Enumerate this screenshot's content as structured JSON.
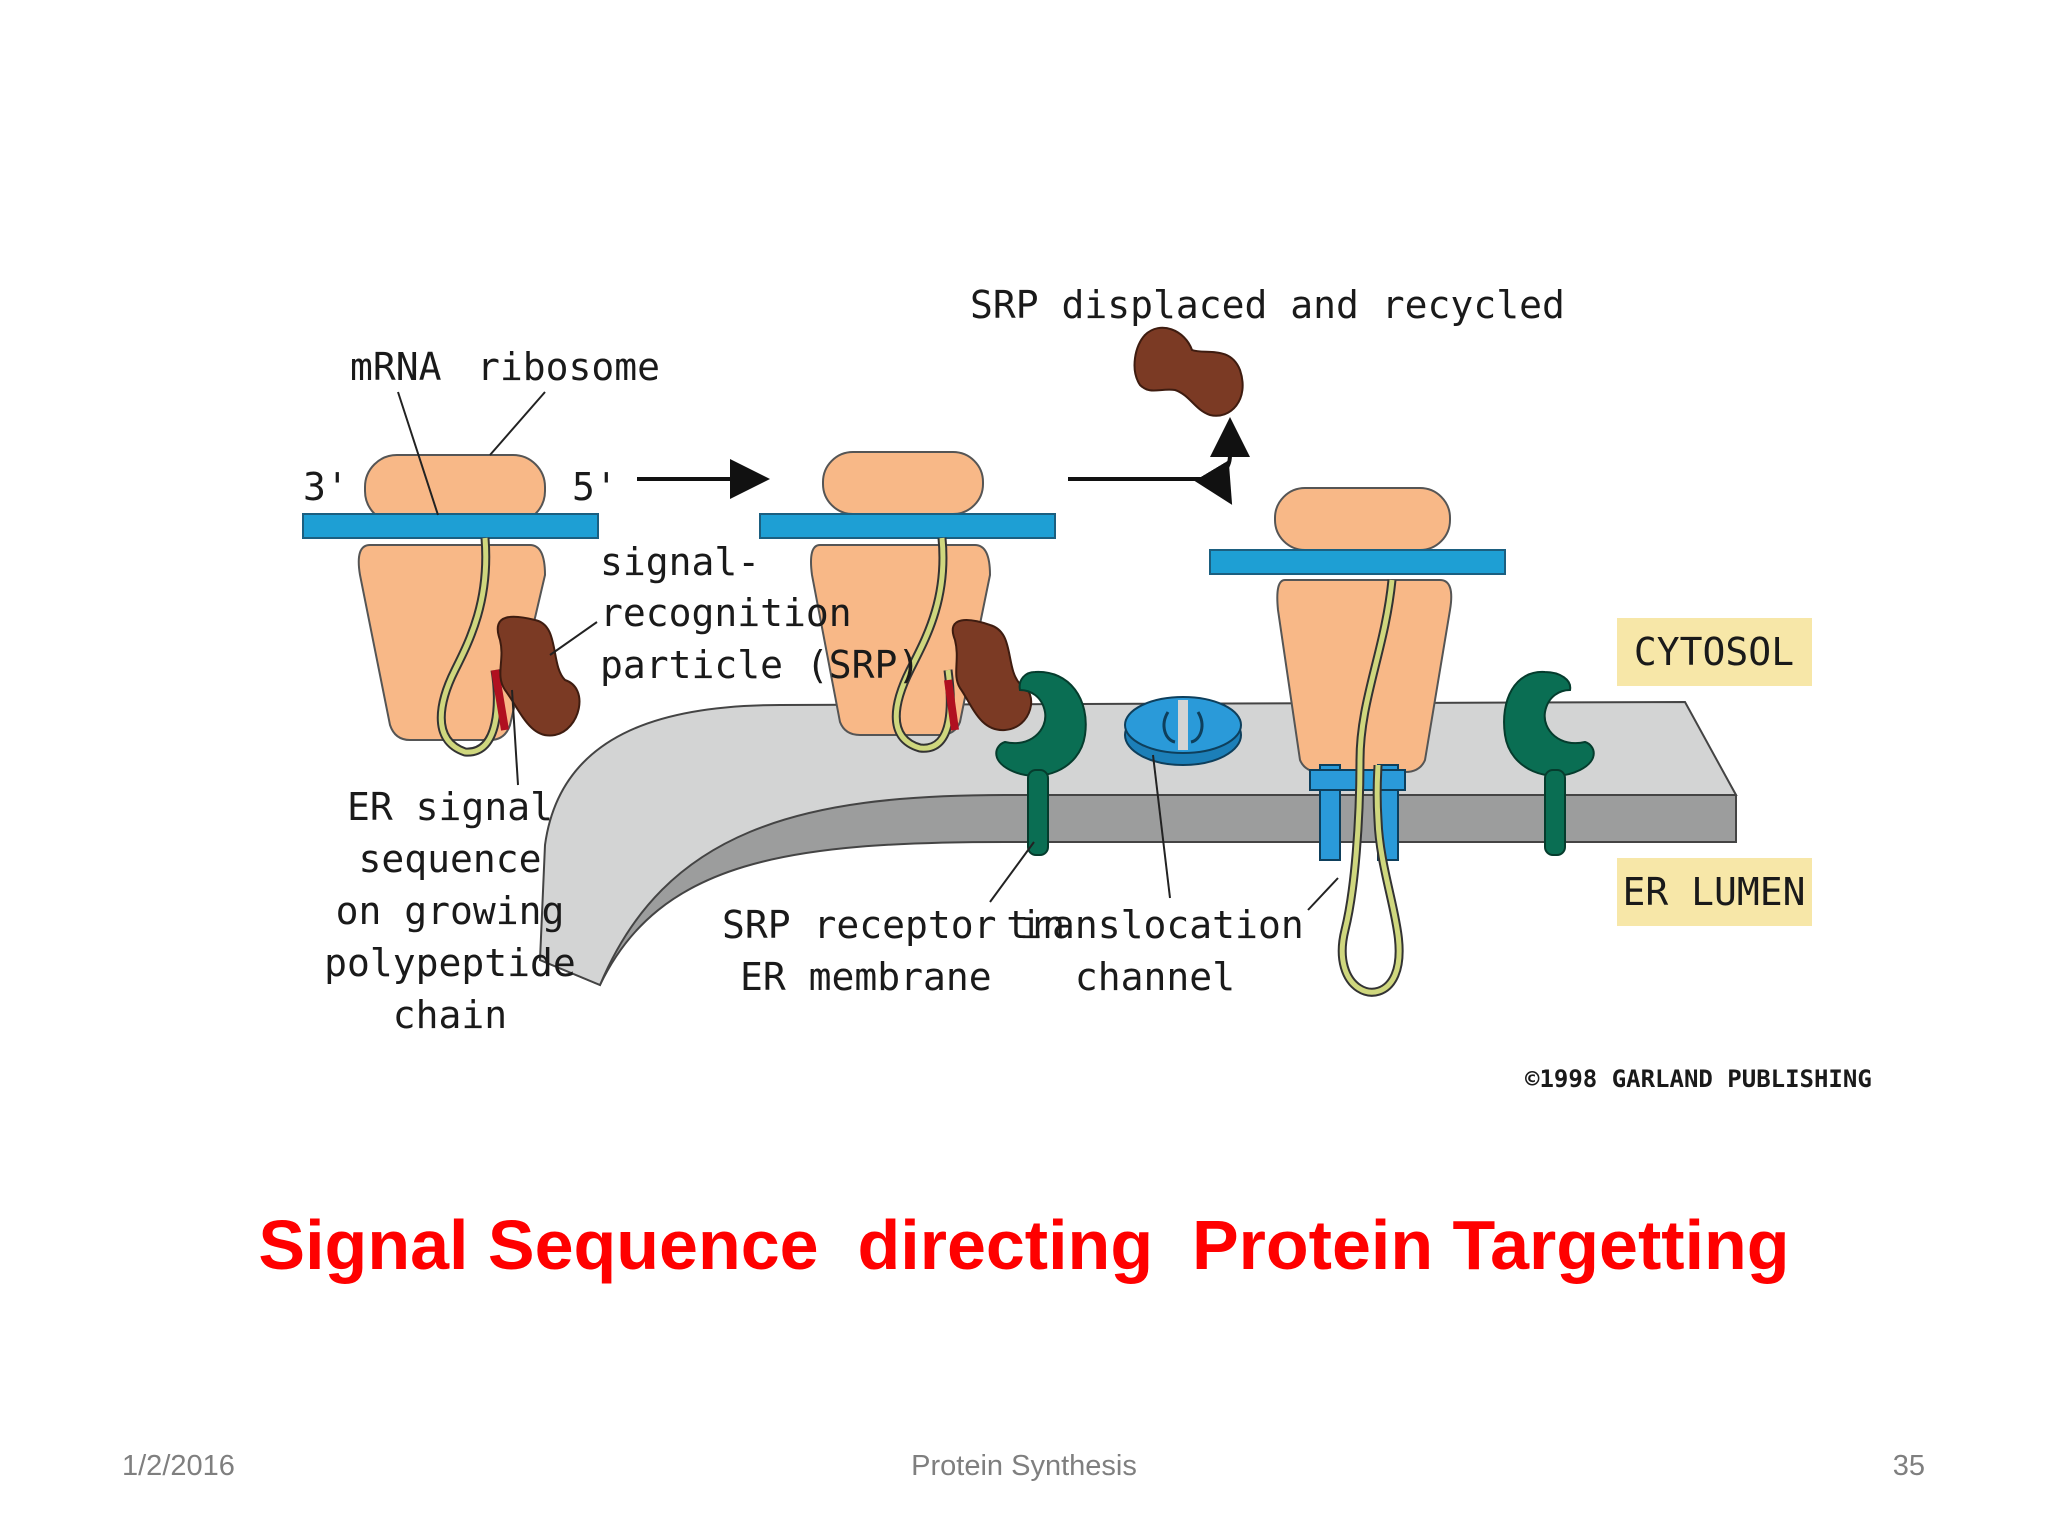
{
  "slide": {
    "caption": "Signal Sequence  directing  Protein Targetting",
    "footer": {
      "date": "1/2/2016",
      "title": "Protein Synthesis",
      "page_number": "35"
    }
  },
  "diagram": {
    "labels": {
      "mrna": "mRNA",
      "ribosome": "ribosome",
      "three_prime": "3'",
      "five_prime": "5'",
      "srp_line1": "signal-",
      "srp_line2": "recognition",
      "srp_line3": "particle (SRP)",
      "signal_line1": "ER signal",
      "signal_line2": "sequence",
      "signal_line3": "on growing",
      "signal_line4": "polypeptide",
      "signal_line5": "chain",
      "receptor_line1": "SRP receptor in",
      "receptor_line2": "ER membrane",
      "channel_line1": "translocation",
      "channel_line2": "channel",
      "srp_recycled": "SRP displaced and recycled",
      "cytosol": "CYTOSOL",
      "er_lumen": "ER LUMEN",
      "copyright": "©1998 GARLAND PUBLISHING"
    },
    "colors": {
      "ribosome": "#f8b887",
      "mrna": "#1e9fd4",
      "srp": "#7b3a24",
      "receptor": "#0a6e53",
      "channel": "#2a9ad9",
      "membrane_top": "#d3d4d4",
      "membrane_side": "#9c9d9d",
      "polypeptide": "#cfd77e",
      "signal_sequence": "#b01020",
      "zone_box": "#f7e7a8"
    }
  }
}
